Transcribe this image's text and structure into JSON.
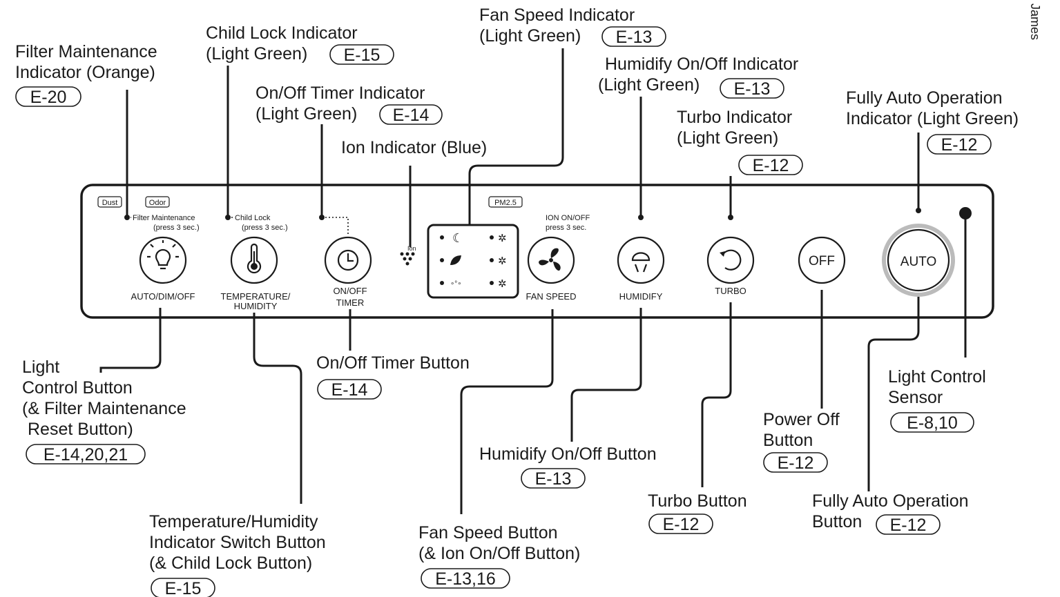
{
  "panel": {
    "tag_dust": "Dust",
    "tag_odor": "Odor",
    "tag_pm": "PM2.5",
    "filter_hint": "Filter Maintenance",
    "filter_hint_sub": "(press 3 sec.)",
    "child_hint": "Child Lock",
    "child_hint_sub": "(press 3 sec.)",
    "ion_hint": "ION ON/OFF",
    "ion_hint_sub": "press 3 sec.",
    "ion_small": "Ion",
    "cap_light": "AUTO/DIM/OFF",
    "cap_temp_1": "TEMPERATURE/",
    "cap_temp_2": "HUMIDITY",
    "cap_timer_1": "ON/OFF",
    "cap_timer_2": "TIMER",
    "cap_fan": "FAN SPEED",
    "cap_humid": "HUMIDIFY",
    "cap_turbo": "TURBO",
    "btn_off": "OFF",
    "btn_auto": "AUTO"
  },
  "labels": {
    "filter_ind_1": "Filter Maintenance",
    "filter_ind_2": "Indicator (Orange)",
    "filter_ind_ref": "E-20",
    "child_ind_1": "Child Lock Indicator",
    "child_ind_2": "(Light Green)",
    "child_ind_ref": "E-15",
    "timer_ind_1": "On/Off Timer Indicator",
    "timer_ind_2": "(Light Green)",
    "timer_ind_ref": "E-14",
    "ion_ind": "Ion Indicator (Blue)",
    "fan_ind_1": "Fan Speed Indicator",
    "fan_ind_2": "(Light Green)",
    "fan_ind_ref": "E-13",
    "humid_ind_1": "Humidify On/Off Indicator",
    "humid_ind_2": "(Light Green)",
    "humid_ind_ref": "E-13",
    "turbo_ind_1": "Turbo Indicator",
    "turbo_ind_2": "(Light Green)",
    "turbo_ind_ref": "E-12",
    "auto_ind_1": "Fully Auto Operation",
    "auto_ind_2": "Indicator (Light Green)",
    "auto_ind_ref": "E-12",
    "light_btn_1": "Light",
    "light_btn_2": "Control Button",
    "light_btn_3": "(& Filter Maintenance",
    "light_btn_4": "Reset Button)",
    "light_btn_ref": "E-14,20,21",
    "timer_btn": "On/Off Timer Button",
    "timer_btn_ref": "E-14",
    "temp_btn_1": "Temperature/Humidity",
    "temp_btn_2": "Indicator Switch Button",
    "temp_btn_3": "(& Child Lock Button)",
    "temp_btn_ref": "E-15",
    "humid_btn": "Humidify On/Off Button",
    "humid_btn_ref": "E-13",
    "fan_btn_1": "Fan Speed Button",
    "fan_btn_2": "(& Ion On/Off Button)",
    "fan_btn_ref": "E-13,16",
    "turbo_btn": "Turbo Button",
    "turbo_btn_ref": "E-12",
    "power_btn_1": "Power Off",
    "power_btn_2": "Button",
    "power_btn_ref": "E-12",
    "auto_btn_1": "Fully Auto Operation",
    "auto_btn_2": "Button",
    "auto_btn_ref": "E-12",
    "sensor_1": "Light Control",
    "sensor_2": "Sensor",
    "sensor_ref": "E-8,10",
    "edge_text": "James"
  }
}
